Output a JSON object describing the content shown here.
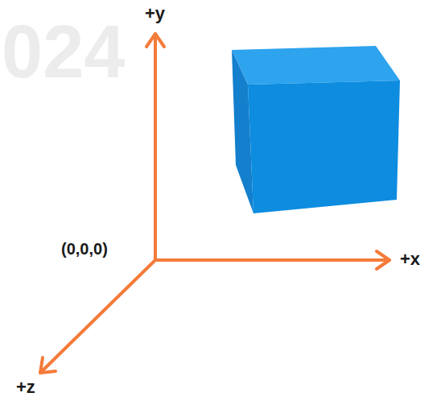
{
  "diagram": {
    "labels": [
      "024",
      "+y",
      "+x",
      "+z",
      "(0,0,0)"
    ]
  }
}
